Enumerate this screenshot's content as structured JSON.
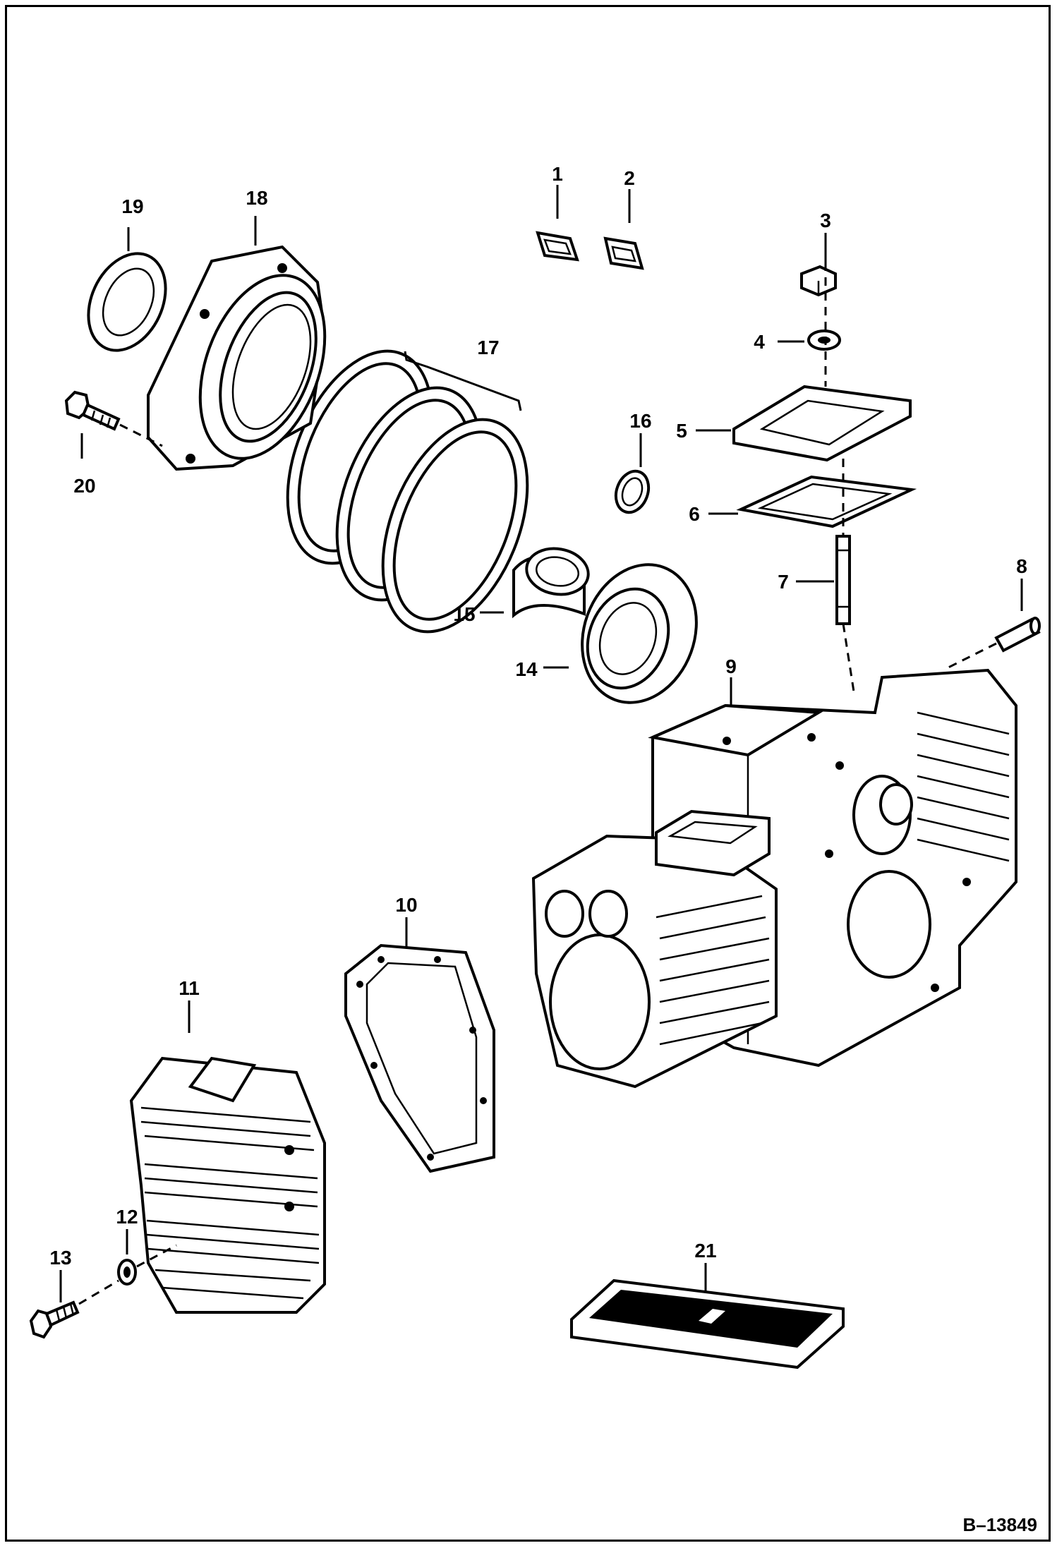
{
  "figure_id": "B–13849",
  "callouts": {
    "c1": "1",
    "c2": "2",
    "c3": "3",
    "c4": "4",
    "c5": "5",
    "c6": "6",
    "c7": "7",
    "c8": "8",
    "c9": "9",
    "c10": "10",
    "c11": "11",
    "c12": "12",
    "c13": "13",
    "c14": "14",
    "c15": "15",
    "c16": "16",
    "c17": "17",
    "c18": "18",
    "c19": "19",
    "c20": "20",
    "c21": "21"
  }
}
